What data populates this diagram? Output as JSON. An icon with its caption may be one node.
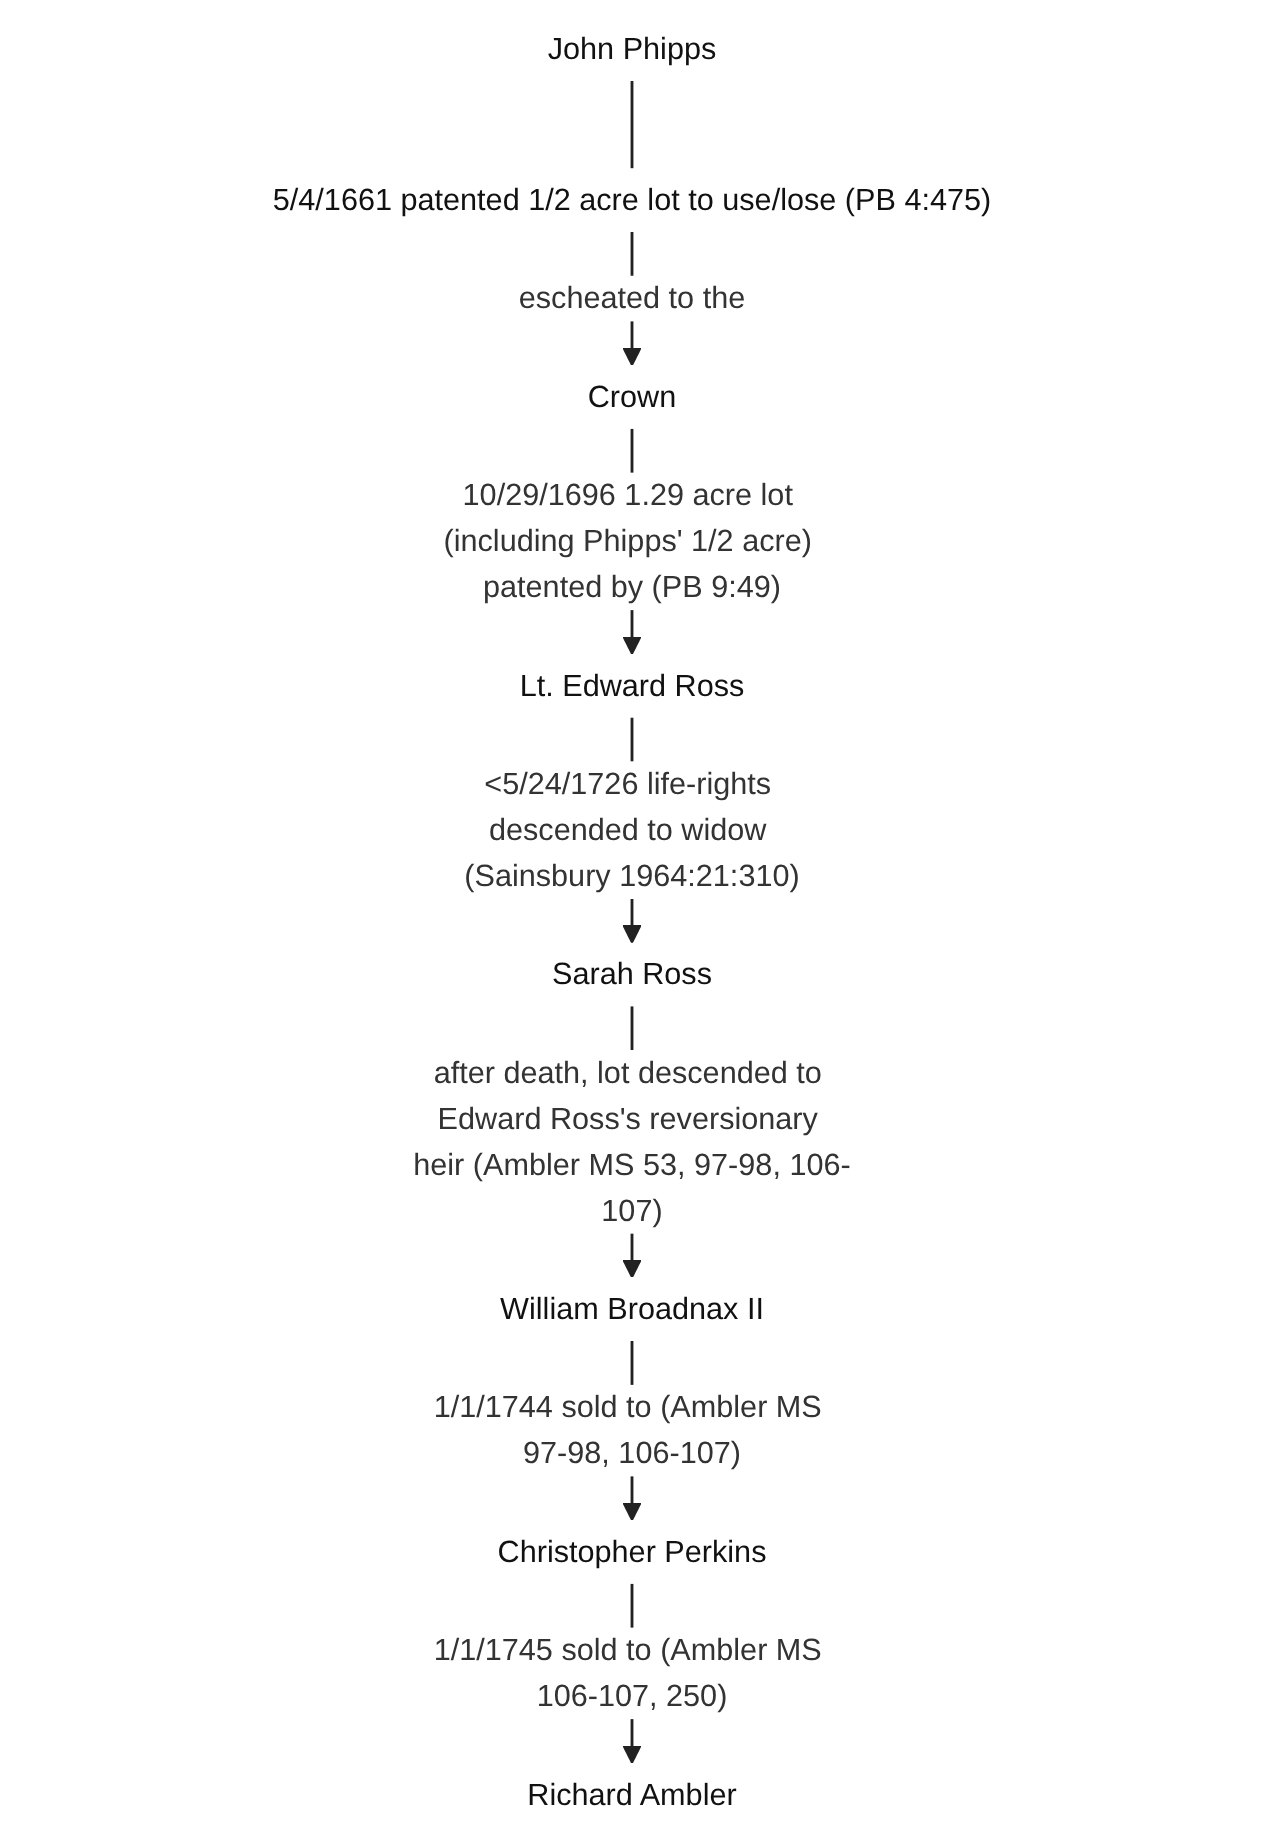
{
  "diagram": {
    "nodes": [
      {
        "text": [
          "John Phipps"
        ]
      },
      {
        "text": [
          "5/4/1661 patented 1/2 acre lot to use/lose (PB 4:475)"
        ]
      },
      {
        "text": [
          "Crown"
        ]
      },
      {
        "text": [
          "Lt. Edward Ross"
        ]
      },
      {
        "text": [
          "Sarah Ross"
        ]
      },
      {
        "text": [
          "William Broadnax II"
        ]
      },
      {
        "text": [
          "Christopher Perkins"
        ]
      },
      {
        "text": [
          "Richard Ambler"
        ]
      }
    ],
    "edges": [
      {
        "from": 0,
        "to": 1,
        "arrow": "none"
      },
      {
        "from": 1,
        "to": 2,
        "arrow": "to",
        "label": "escheated to the"
      },
      {
        "from": 2,
        "to": 3,
        "arrow": "to",
        "label": "10/29/1696 1.29 acre lot (including Phipps' 1/2 acre) patented by (PB 9:49)"
      },
      {
        "from": 3,
        "to": 4,
        "arrow": "to",
        "label": "<5/24/1726 life-rights descended to widow (Sainsbury 1964:21:310)"
      },
      {
        "from": 4,
        "to": 5,
        "arrow": "to",
        "label": "after death, lot descended to Edward Ross's reversionary heir (Ambler MS 53, 97-98, 106-107)"
      },
      {
        "from": 5,
        "to": 6,
        "arrow": "to",
        "label": "1/1/1744 sold to (Ambler MS 97-98, 106-107)"
      },
      {
        "from": 6,
        "to": 7,
        "arrow": "to",
        "label": "1/1/1745 sold to (Ambler MS 106-107, 250)"
      }
    ]
  }
}
